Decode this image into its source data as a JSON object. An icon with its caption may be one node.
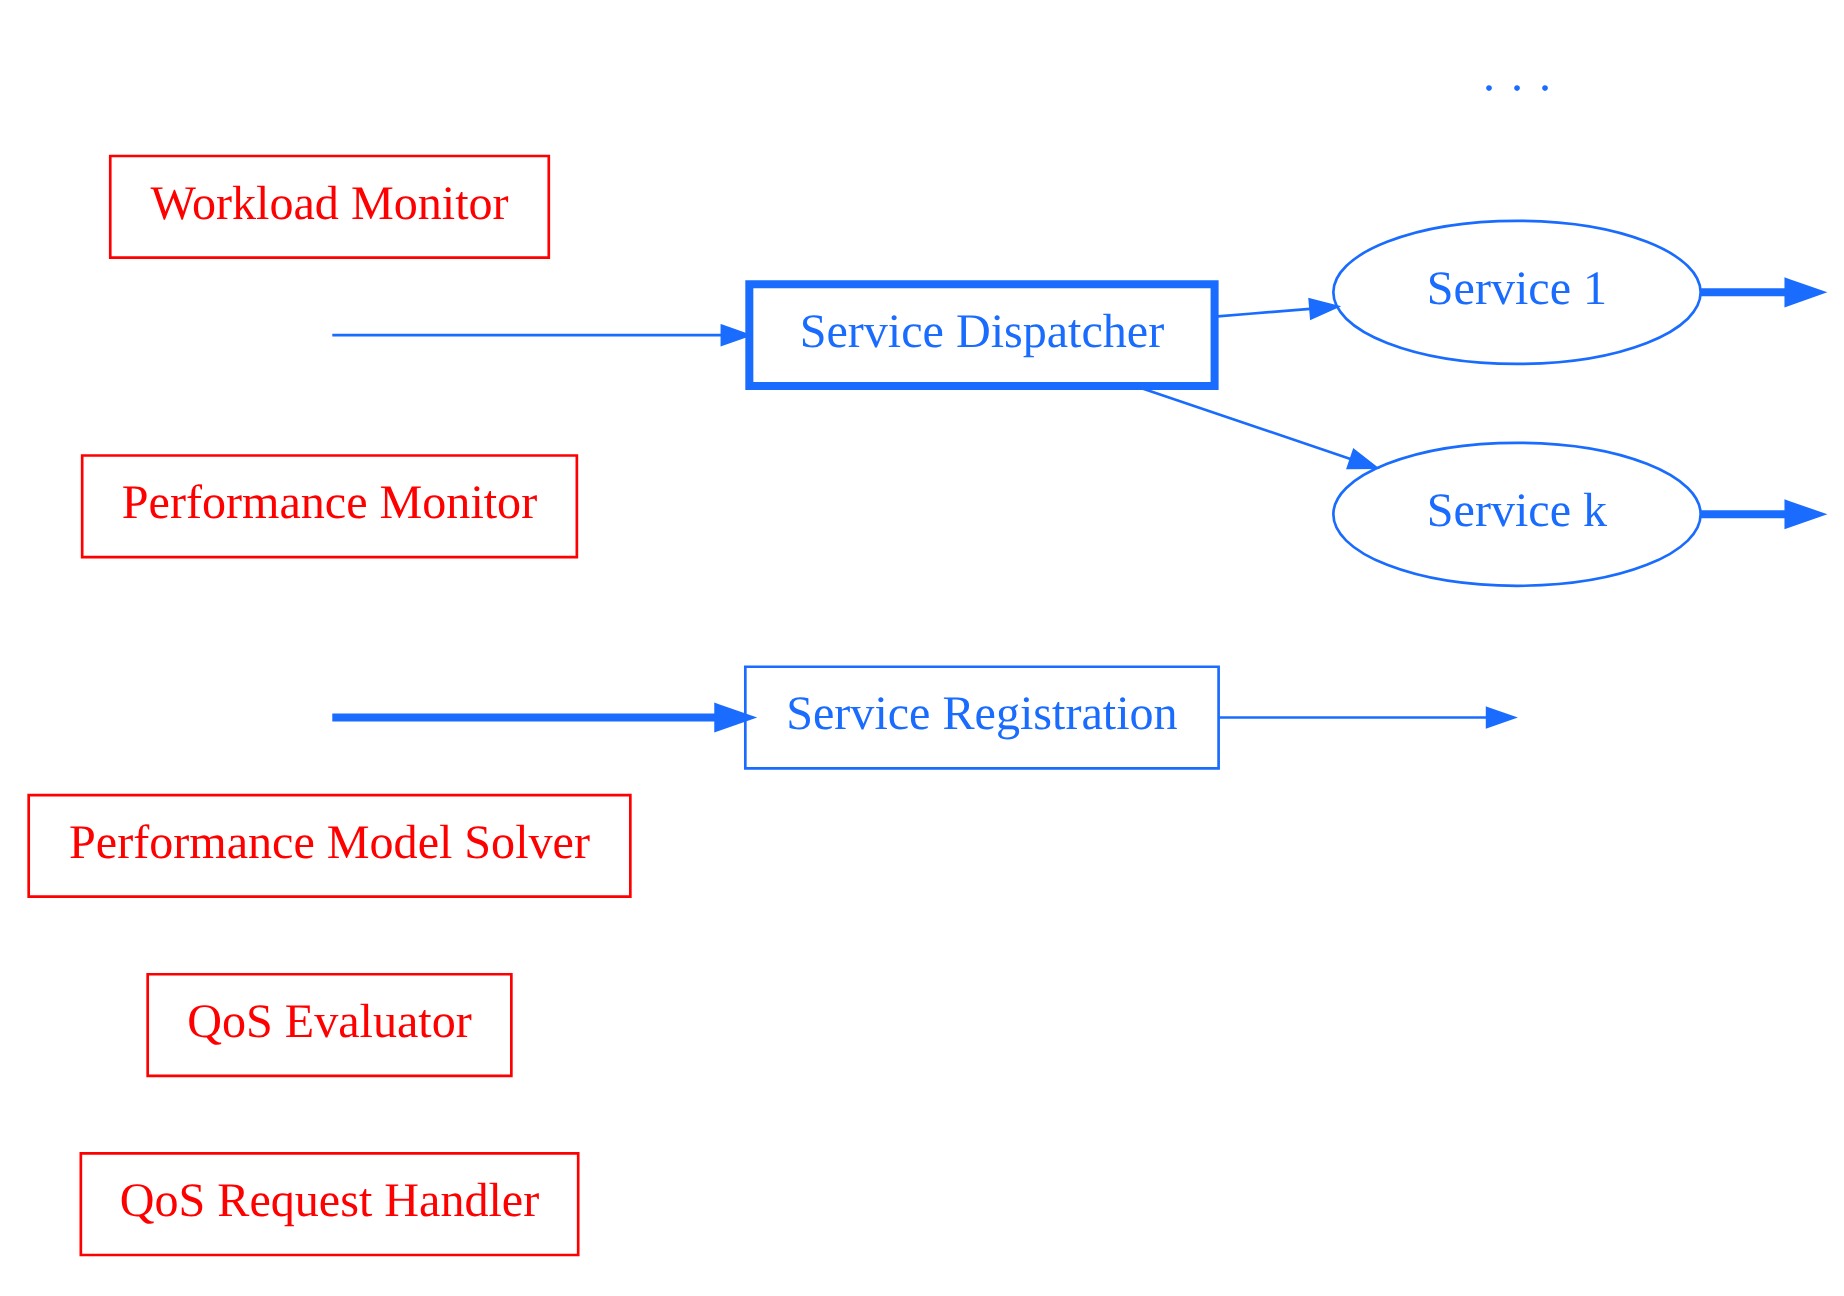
{
  "diagram": {
    "nodes": [
      {
        "text": [
          "QoS Request Handler"
        ]
      },
      {
        "text": [
          "QoS Evaluator"
        ]
      },
      {
        "text": [
          "Performance Model Solver"
        ]
      },
      {
        "text": [
          "Service Registration"
        ]
      },
      {
        "text": [
          "Performance Monitor"
        ]
      },
      {
        "text": [
          "Service Dispatcher"
        ]
      },
      {
        "text": [
          "Service 1"
        ]
      },
      {
        "text": [
          "Service k"
        ]
      },
      {
        "text": [
          "Workload Monitor"
        ]
      }
    ],
    "edges": [
      {
        "from": null,
        "to": 3,
        "arrow": "to",
        "style": "thick"
      },
      {
        "from": 3,
        "to": null,
        "arrow": "to"
      },
      {
        "from": null,
        "to": 5,
        "arrow": "to"
      },
      {
        "from": 5,
        "to": 6,
        "arrow": "to"
      },
      {
        "from": 5,
        "to": 7,
        "arrow": "to"
      },
      {
        "from": 6,
        "to": null,
        "arrow": "to",
        "style": "thick"
      },
      {
        "from": 7,
        "to": null,
        "arrow": "to",
        "style": "thick"
      }
    ],
    "labels": [
      "· · ·"
    ]
  }
}
